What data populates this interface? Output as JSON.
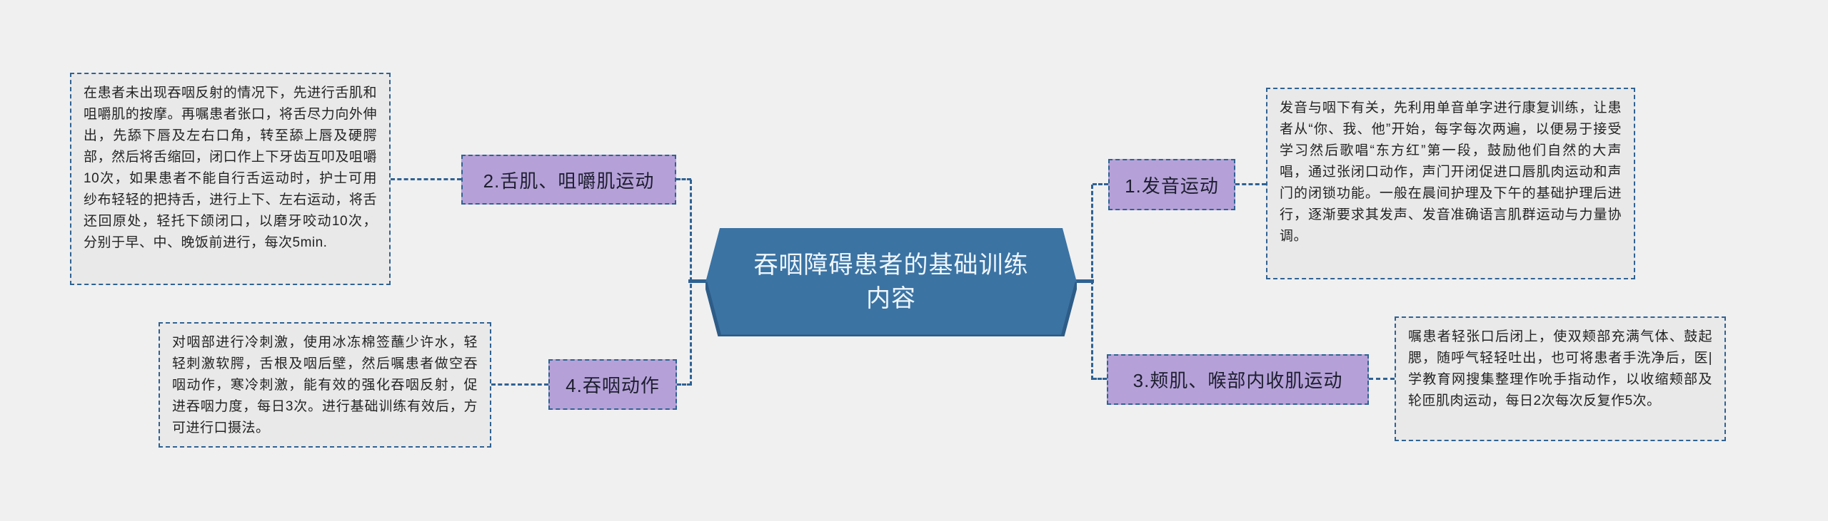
{
  "diagram": {
    "type": "mindmap",
    "central_topic": "吞咽障碍患者的基础训练内容",
    "branches": [
      {
        "label": "1.发音运动",
        "side": "right-top",
        "detail": "发音与咽下有关，先利用单音单字进行康复训练，让患者从“你、我、他”开始，每字每次两遍，以便易于接受学习然后歌唱“东方红”第一段，鼓励他们自然的大声唱，通过张闭口动作，声门开闭促进口唇肌肉运动和声门的闭锁功能。一般在晨间护理及下午的基础护理后进行，逐渐要求其发声、发音准确语言肌群运动与力量协调。"
      },
      {
        "label": "2.舌肌、咀嚼肌运动",
        "side": "left-top",
        "detail": "在患者未出现吞咽反射的情况下，先进行舌肌和咀嚼肌的按摩。再嘱患者张口，将舌尽力向外伸出，先舔下唇及左右口角，转至舔上唇及硬腭部，然后将舌缩回，闭口作上下牙齿互叩及咀嚼10次，如果患者不能自行舌运动时，护士可用纱布轻轻的把持舌，进行上下、左右运动，将舌还回原处，轻托下颌闭口，以磨牙咬动10次，分别于早、中、晚饭前进行，每次5min."
      },
      {
        "label": "3.颊肌、喉部内收肌运动",
        "side": "right-bottom",
        "detail": "嘱患者轻张口后闭上，使双颊部充满气体、鼓起腮，随呼气轻轻吐出，也可将患者手洗净后，医|学教育网搜集整理作吮手指动作，以收缩颊部及轮匝肌肉运动，每日2次每次反复作5次。"
      },
      {
        "label": "4.吞咽动作",
        "side": "left-bottom",
        "detail": "对咽部进行冷刺激，使用冰冻棉签蘸少许水，轻轻刺激软腭，舌根及咽后壁，然后嘱患者做空吞咽动作，寒冷刺激，能有效的强化吞咽反射，促进吞咽力度，每日3次。进行基础训练有效后，方可进行口摄法。"
      }
    ],
    "colors": {
      "background": "#f0f0f1",
      "central_node_fill": "#3b73a3",
      "central_node_edge": "#2d5c87",
      "central_node_text": "#eef6fc",
      "branch_label_fill": "#b5a1d8",
      "detail_box_fill": "#e9e9ea",
      "line_and_border": "#2f6292",
      "detail_text": "#232323"
    }
  }
}
